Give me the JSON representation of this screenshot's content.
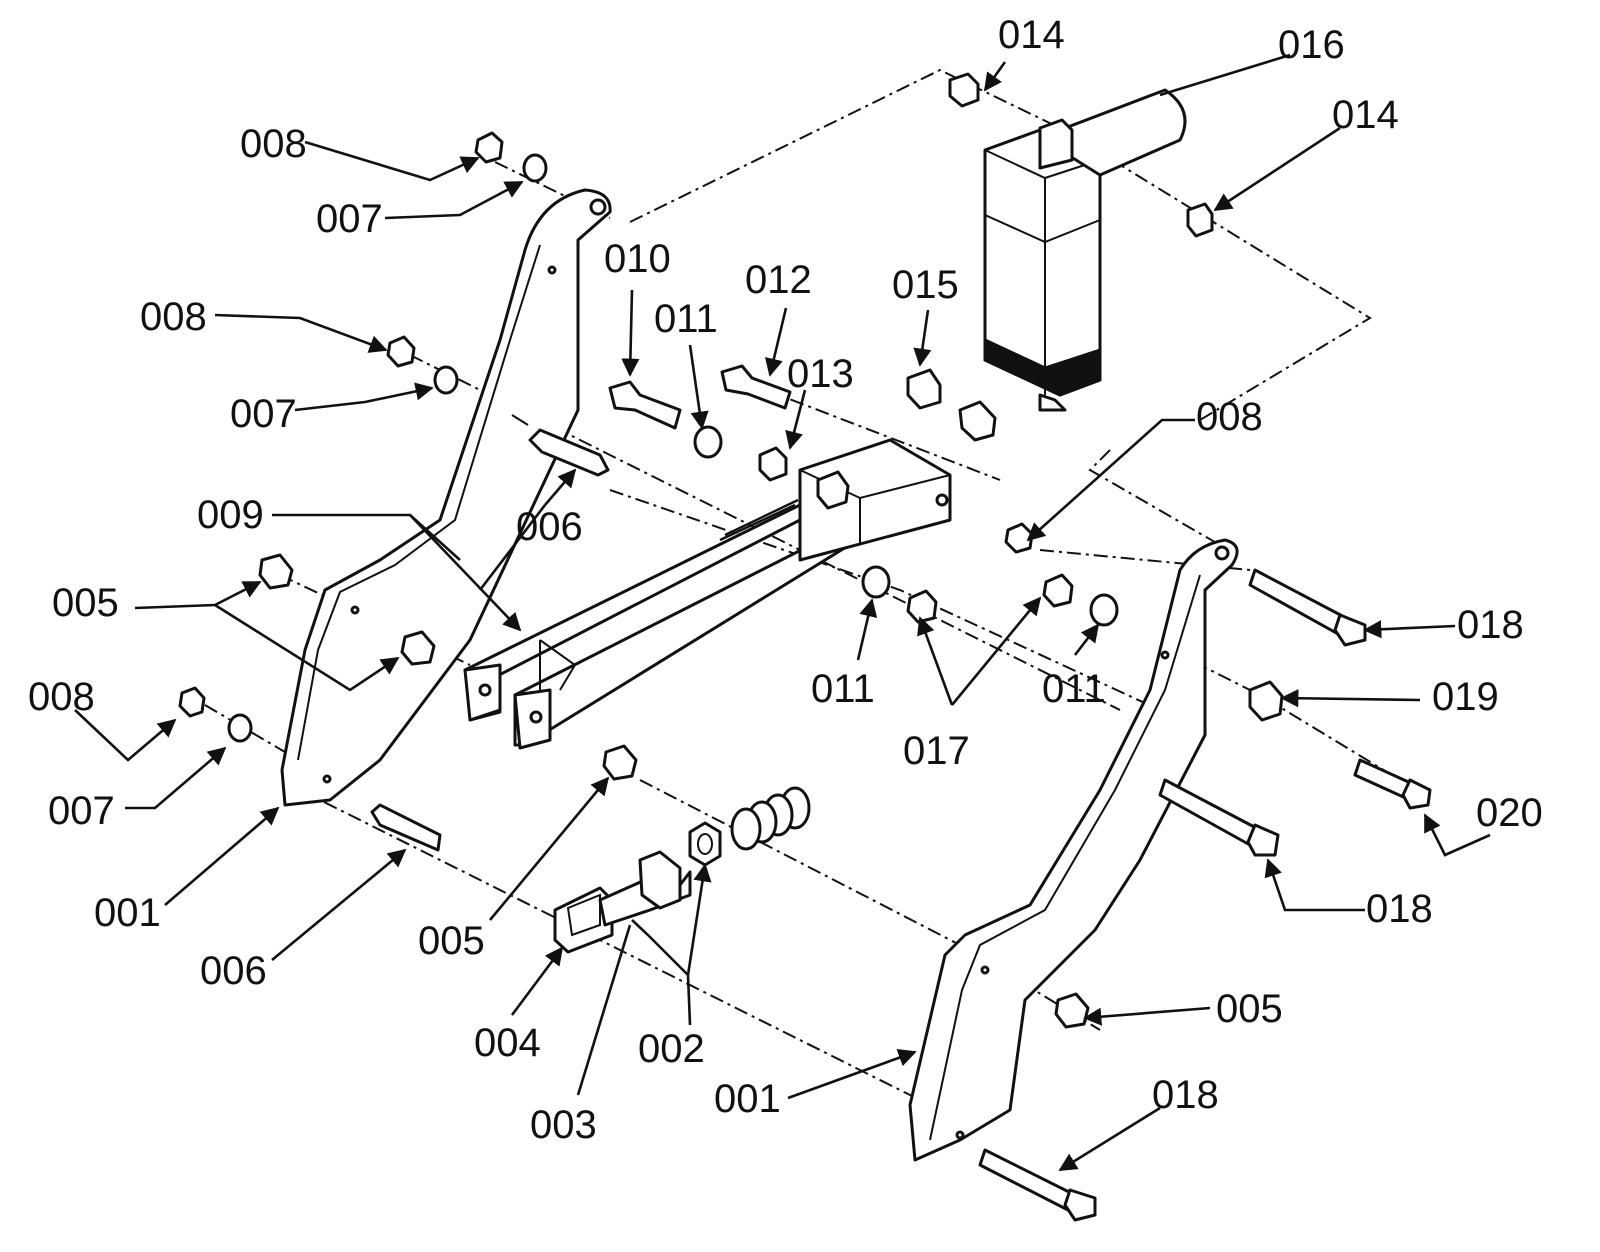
{
  "labels": {
    "l001a": "001",
    "l001b": "001",
    "l002": "002",
    "l003": "003",
    "l004": "004",
    "l005a": "005",
    "l005b": "005",
    "l005c": "005",
    "l006a": "006",
    "l006b": "006",
    "l007a": "007",
    "l007b": "007",
    "l007c": "007",
    "l008a": "008",
    "l008b": "008",
    "l008c": "008",
    "l008d": "008",
    "l009": "009",
    "l010": "010",
    "l011a": "011",
    "l011b": "011",
    "l011c": "011",
    "l012": "012",
    "l013": "013",
    "l014a": "014",
    "l014b": "014",
    "l015": "015",
    "l016": "016",
    "l017": "017",
    "l018a": "018",
    "l018b": "018",
    "l018c": "018",
    "l019": "019",
    "l020": "020"
  }
}
